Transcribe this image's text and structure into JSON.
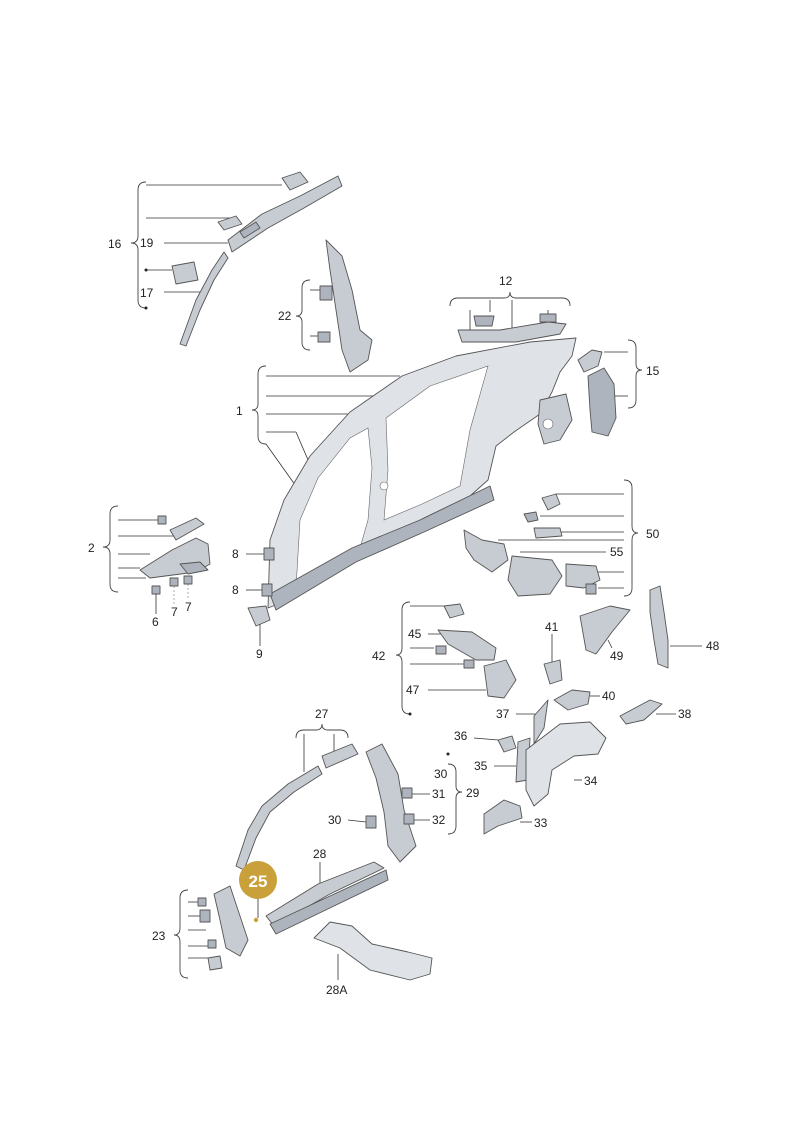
{
  "diagram": {
    "highlight": {
      "label": "25",
      "color": "#c9a03a",
      "text_color": "#ffffff"
    },
    "callouts": [
      {
        "id": "16",
        "label": "16"
      },
      {
        "id": "19",
        "label": "19"
      },
      {
        "id": "17",
        "label": "17"
      },
      {
        "id": "22",
        "label": "22"
      },
      {
        "id": "12",
        "label": "12"
      },
      {
        "id": "15",
        "label": "15"
      },
      {
        "id": "1",
        "label": "1"
      },
      {
        "id": "2",
        "label": "2"
      },
      {
        "id": "8a",
        "label": "8"
      },
      {
        "id": "8b",
        "label": "8"
      },
      {
        "id": "6",
        "label": "6"
      },
      {
        "id": "7a",
        "label": "7"
      },
      {
        "id": "7b",
        "label": "7"
      },
      {
        "id": "9",
        "label": "9"
      },
      {
        "id": "50",
        "label": "50"
      },
      {
        "id": "55",
        "label": "55"
      },
      {
        "id": "41",
        "label": "41"
      },
      {
        "id": "48",
        "label": "48"
      },
      {
        "id": "49",
        "label": "49"
      },
      {
        "id": "42",
        "label": "42"
      },
      {
        "id": "45",
        "label": "45"
      },
      {
        "id": "47",
        "label": "47"
      },
      {
        "id": "40",
        "label": "40"
      },
      {
        "id": "38",
        "label": "38"
      },
      {
        "id": "37",
        "label": "37"
      },
      {
        "id": "36",
        "label": "36"
      },
      {
        "id": "35",
        "label": "35"
      },
      {
        "id": "34",
        "label": "34"
      },
      {
        "id": "33",
        "label": "33"
      },
      {
        "id": "27",
        "label": "27"
      },
      {
        "id": "30a",
        "label": "30"
      },
      {
        "id": "31",
        "label": "31"
      },
      {
        "id": "29",
        "label": "29"
      },
      {
        "id": "30b",
        "label": "30"
      },
      {
        "id": "32",
        "label": "32"
      },
      {
        "id": "28",
        "label": "28"
      },
      {
        "id": "23",
        "label": "23"
      },
      {
        "id": "28A",
        "label": "28A"
      }
    ]
  }
}
